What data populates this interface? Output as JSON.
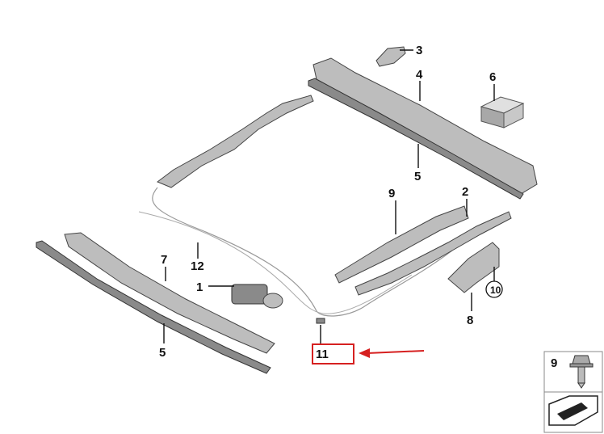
{
  "diagram": {
    "callouts": [
      {
        "id": "c1",
        "label": "1"
      },
      {
        "id": "c2",
        "label": "2"
      },
      {
        "id": "c3",
        "label": "3"
      },
      {
        "id": "c4",
        "label": "4"
      },
      {
        "id": "c5a",
        "label": "5"
      },
      {
        "id": "c5b",
        "label": "5"
      },
      {
        "id": "c6",
        "label": "6"
      },
      {
        "id": "c7",
        "label": "7"
      },
      {
        "id": "c8",
        "label": "8"
      },
      {
        "id": "c9",
        "label": "9"
      },
      {
        "id": "c10",
        "label": "10"
      },
      {
        "id": "c11",
        "label": "11"
      },
      {
        "id": "c12",
        "label": "12"
      }
    ],
    "inset_label": "9",
    "highlight_color": "#d62020"
  }
}
